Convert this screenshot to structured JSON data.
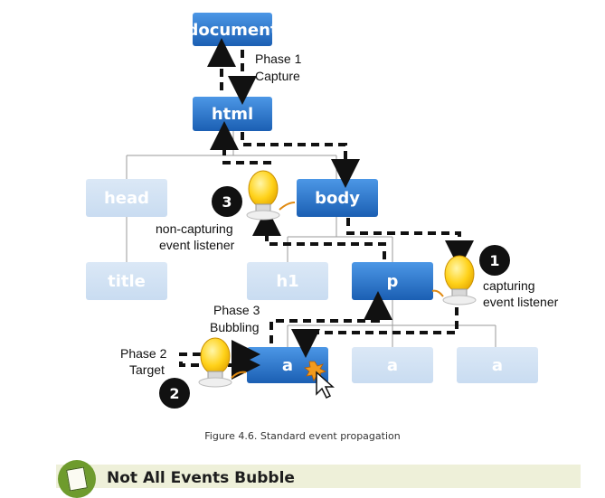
{
  "nodes": {
    "document": "document",
    "html": "html",
    "head": "head",
    "title": "title",
    "body": "body",
    "h1": "h1",
    "p": "p",
    "a_target": "a",
    "a2": "a",
    "a3": "a"
  },
  "labels": {
    "phase1_line1": "Phase 1",
    "phase1_line2": "Capture",
    "phase2_line1": "Phase 2",
    "phase2_line2": "Target",
    "phase3_line1": "Phase 3",
    "phase3_line2": "Bubbling",
    "noncap_line1": "non-capturing",
    "noncap_line2": "event listener",
    "cap_line1": "capturing",
    "cap_line2": "event listener"
  },
  "badges": {
    "one": "1",
    "two": "2",
    "three": "3"
  },
  "caption": "Figure 4.6. Standard event propagation",
  "note": {
    "title": "Not All Events Bubble",
    "icon": "notepad-icon"
  },
  "colors": {
    "active_node": "#1f6cc4",
    "dim_node": "#cfe0f3",
    "arrow": "#111111",
    "bulb": "#ffd21a",
    "note_bar": "#eef0d9"
  }
}
